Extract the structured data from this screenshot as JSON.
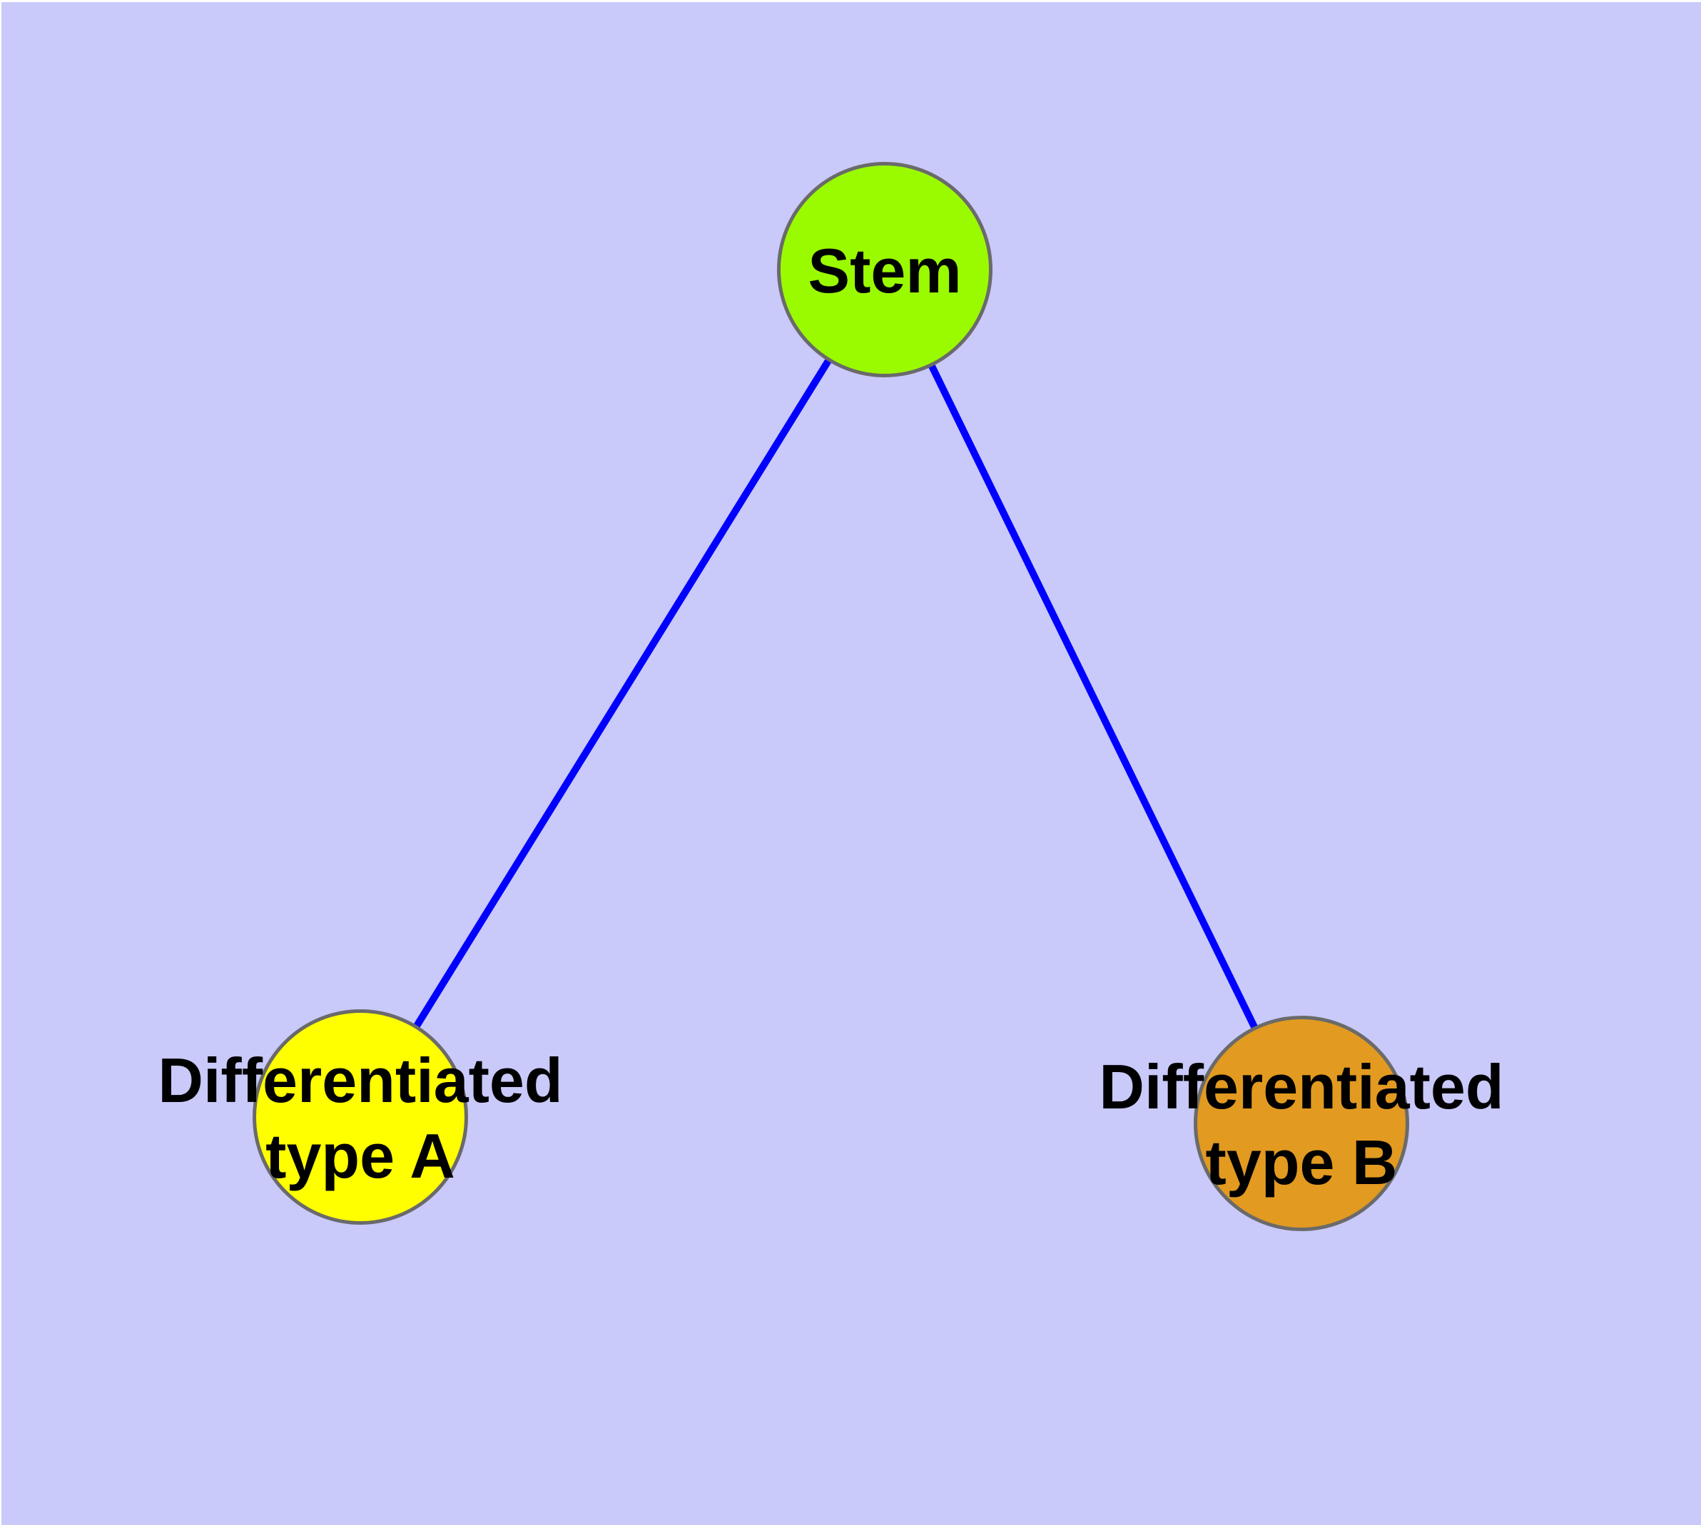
{
  "graph": {
    "background_color": "#C9C9FA",
    "edge_color": "#0000FF",
    "node_border_color": "#6A6A6A",
    "label_color": "#000000",
    "nodes": [
      {
        "id": "stem",
        "label": "Stem",
        "fill": "#9AFB00",
        "shape": "circle"
      },
      {
        "id": "differentiated-type-a",
        "label_lines": [
          "Differentiated",
          "type A"
        ],
        "fill": "#FFFF00",
        "shape": "circle"
      },
      {
        "id": "differentiated-type-b",
        "label_lines": [
          "Differentiated",
          "type B"
        ],
        "fill": "#E29A20",
        "shape": "circle"
      }
    ],
    "edges": [
      {
        "from": "stem",
        "to": "differentiated-type-a"
      },
      {
        "from": "stem",
        "to": "differentiated-type-b"
      }
    ]
  }
}
